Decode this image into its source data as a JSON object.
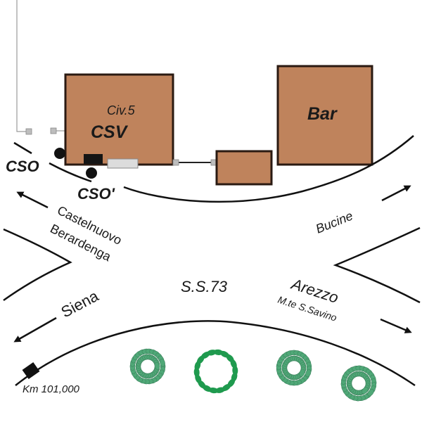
{
  "colors": {
    "building_fill": "#BF835C",
    "building_stroke": "#2a1a12",
    "road": "#111111",
    "connector": "#bdbdbd",
    "pipe_box": "#dcdcdc",
    "tree_dark": "#1f9a4e",
    "tree_light": "#4fa877"
  },
  "buildings": {
    "csv": {
      "address": "Civ.5",
      "label": "CSV"
    },
    "bar": {
      "label": "Bar"
    },
    "small": {
      "label": ""
    }
  },
  "points": {
    "cso": "CSO",
    "cso_prime": "CSO'"
  },
  "road": {
    "name": "S.S.73",
    "km_marker": "Km 101,000"
  },
  "directions": {
    "castelnuovo_1": "Castelnuovo",
    "castelnuovo_2": "Berardenga",
    "bucine": "Bucine",
    "siena": "Siena",
    "arezzo": "Arezzo",
    "savino": "M.te S.Savino"
  },
  "trees": [
    {
      "variant": "light"
    },
    {
      "variant": "dark"
    },
    {
      "variant": "light"
    },
    {
      "variant": "light"
    }
  ]
}
